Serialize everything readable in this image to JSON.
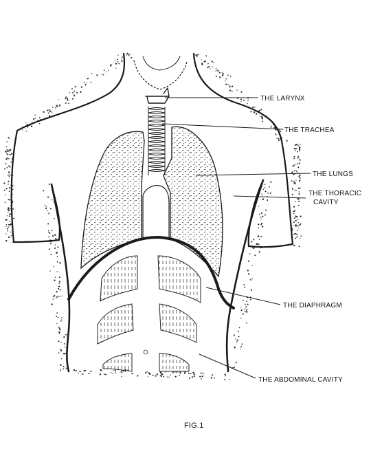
{
  "figure": {
    "labels": {
      "larynx": "THE LARYNX",
      "trachea": "THE TRACHEA",
      "lungs": "THE LUNGS",
      "thoracic_1": "THE THORACIC",
      "thoracic_2": "CAVITY",
      "diaphragm": "THE DIAPHRAGM",
      "abdominal": "THE ABDOMINAL CAVITY"
    },
    "caption": "FIG.1"
  }
}
